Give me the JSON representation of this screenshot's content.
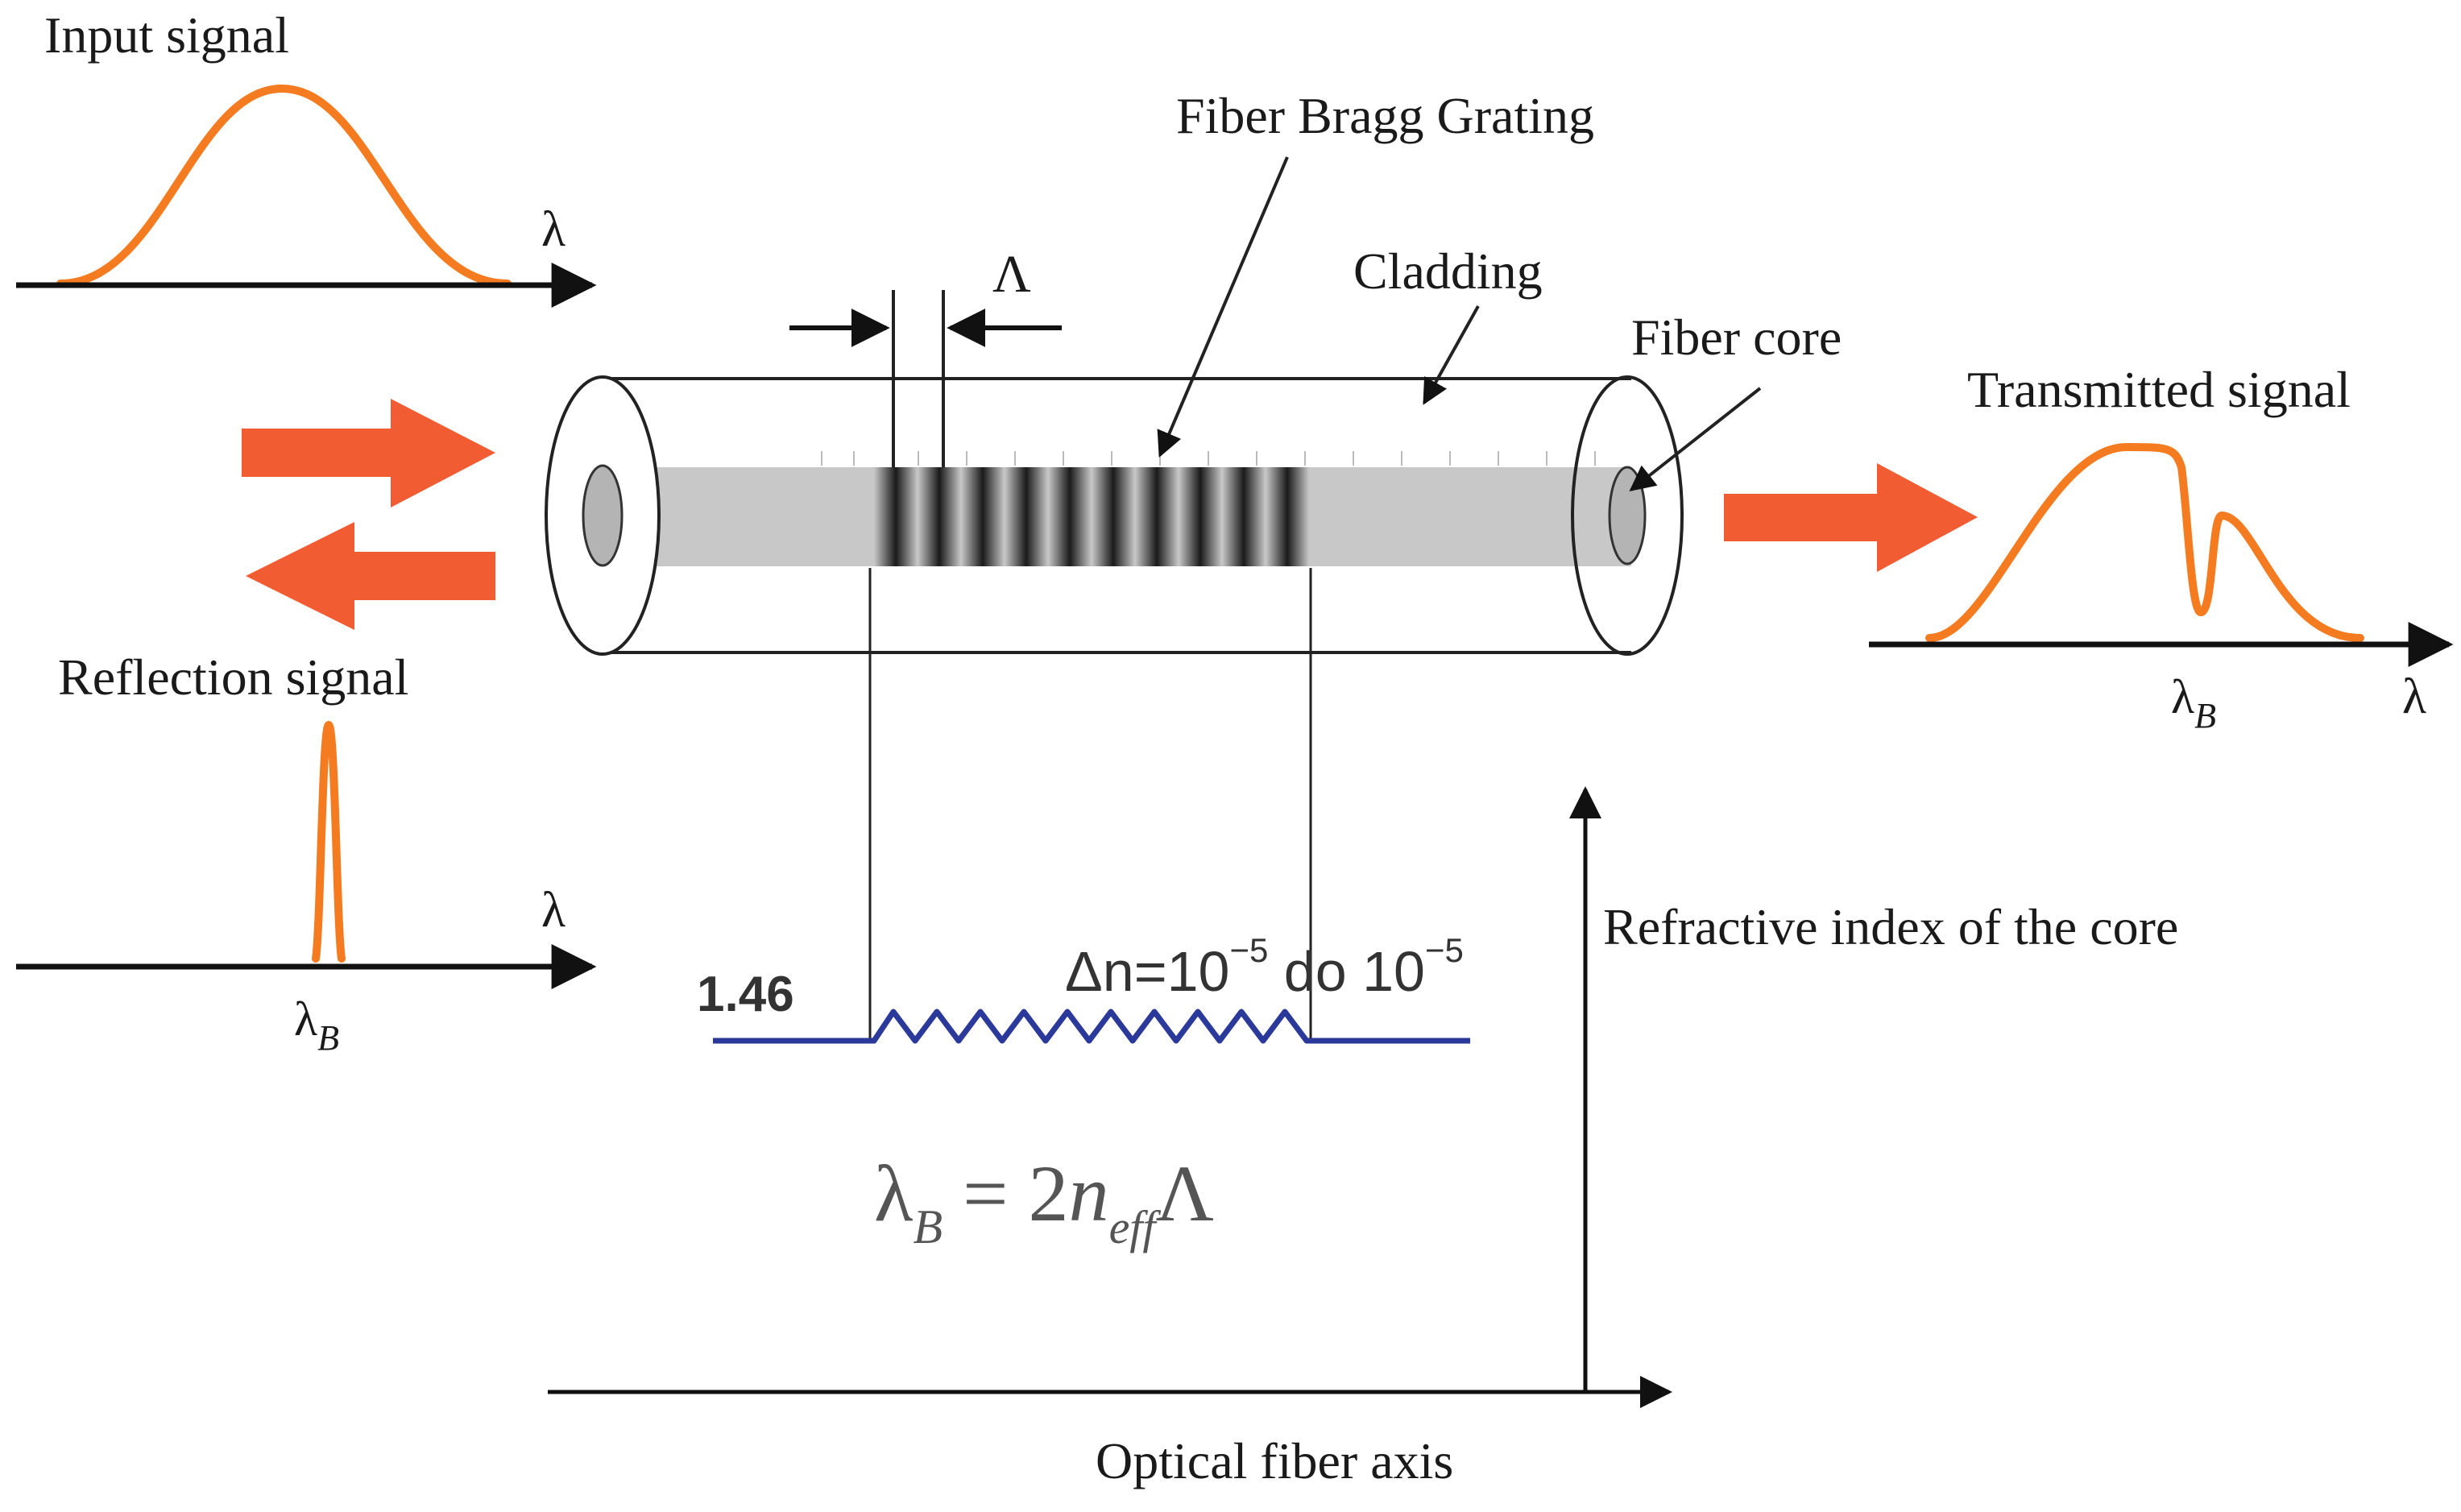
{
  "labels": {
    "input_signal": "Input signal",
    "reflection_signal": "Reflection signal",
    "transmitted_signal": "Transmitted signal",
    "fiber_bragg_grating": "Fiber Bragg Grating",
    "cladding": "Cladding",
    "fiber_core": "Fiber core",
    "grating_period": "Λ",
    "refractive_index_axis": "Refractive index of the core",
    "optical_fiber_axis": "Optical fiber axis",
    "lambda": "λ",
    "lambda_b_main": "λ",
    "lambda_b_sub": "B"
  },
  "index_profile": {
    "base_index": "1.46",
    "delta_prefix": "Δn=10",
    "delta_exp1": "−5",
    "delta_mid": " do 10",
    "delta_exp2": "−5"
  },
  "equation": {
    "lambda": "λ",
    "lambda_sub": "B",
    "equals": " = 2",
    "n": "n",
    "n_sub": "eff",
    "period": "Λ"
  },
  "colors": {
    "signal_curve": "#f47b20",
    "big_arrow": "#f25c32",
    "index_line": "#2b3a9a",
    "axis": "#111111",
    "core": "#c8c8c8",
    "grating_dark": "#1e1e1e"
  }
}
